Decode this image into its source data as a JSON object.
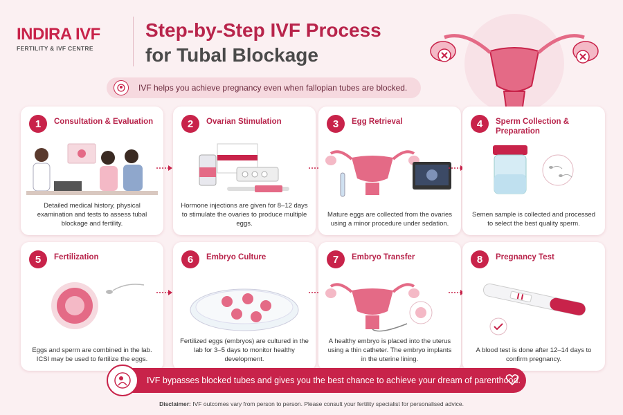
{
  "brand": {
    "name": "INDIRA IVF",
    "tagline": "FERTILITY & IVF CENTRE"
  },
  "header": {
    "title_line1": "Step-by-Step IVF Process",
    "title_line2": "for Tubal Blockage",
    "banner": "IVF helps you achieve pregnancy even when fallopian tubes are blocked."
  },
  "steps": [
    {
      "num": "1",
      "title": "Consultation & Evaluation",
      "desc": "Detailed medical history, physical examination and tests to assess tubal blockage and fertility.",
      "icon": "consultation-illustration"
    },
    {
      "num": "2",
      "title": "Ovarian Stimulation",
      "desc": "Hormone injections are given for 8–12 days to stimulate the ovaries to produce multiple eggs.",
      "icon": "medication-illustration"
    },
    {
      "num": "3",
      "title": "Egg Retrieval",
      "desc": "Mature eggs are collected from the ovaries using a minor procedure under sedation.",
      "icon": "egg-retrieval-illustration"
    },
    {
      "num": "4",
      "title": "Sperm Collection & Preparation",
      "desc": "Semen sample is collected and processed to select the best quality sperm.",
      "icon": "sperm-sample-illustration"
    },
    {
      "num": "5",
      "title": "Fertilization",
      "desc": "Eggs and sperm are combined in the lab. ICSI may be used to fertilize the eggs.",
      "icon": "fertilization-illustration"
    },
    {
      "num": "6",
      "title": "Embryo Culture",
      "desc": "Fertilized eggs (embryos) are cultured in the lab for 3–5 days to monitor healthy development.",
      "icon": "petri-dish-illustration"
    },
    {
      "num": "7",
      "title": "Embryo Transfer",
      "desc": "A healthy embryo is placed into the uterus using a thin catheter. The embryo implants in the uterine lining.",
      "icon": "embryo-transfer-illustration"
    },
    {
      "num": "8",
      "title": "Pregnancy Test",
      "desc": "A blood test is done after 12–14 days to confirm pregnancy.",
      "icon": "pregnancy-test-illustration"
    }
  ],
  "footer": {
    "message": "IVF bypasses blocked tubes and gives you the best chance to achieve your dream of parenthood.",
    "disclaimer_label": "Disclaimer:",
    "disclaimer_text": "IVF outcomes vary from person to person. Please consult your fertility specialist for personalised advice."
  },
  "colors": {
    "accent": "#c8234a",
    "background": "#fbf0f2",
    "title_dark": "#4a4a4a",
    "banner_bg": "#f6d9df"
  }
}
